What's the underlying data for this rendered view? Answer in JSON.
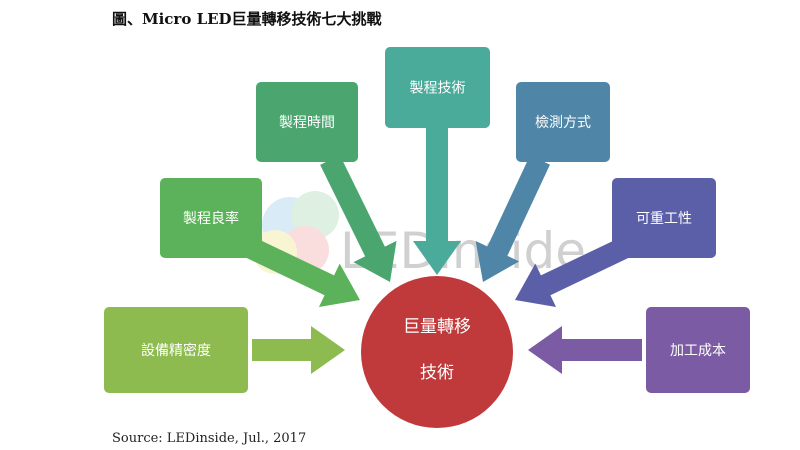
{
  "title": "圖、Micro LED巨量轉移技術七大挑戰",
  "center": {
    "line1": "巨量轉移",
    "line2": "技術",
    "color": "#c0393b"
  },
  "challenges": [
    {
      "label": "設備精密度",
      "color": "#8dbb4f"
    },
    {
      "label": "製程良率",
      "color": "#5cb25a"
    },
    {
      "label": "製程時間",
      "color": "#4aa66e"
    },
    {
      "label": "製程技術",
      "color": "#4aab9b"
    },
    {
      "label": "檢測方式",
      "color": "#4f86a8"
    },
    {
      "label": "可重工性",
      "color": "#5a5fa8"
    },
    {
      "label": "加工成本",
      "color": "#7b5ba3"
    }
  ],
  "watermark": "LEDinside",
  "source": "Source: LEDinside, Jul., 2017"
}
